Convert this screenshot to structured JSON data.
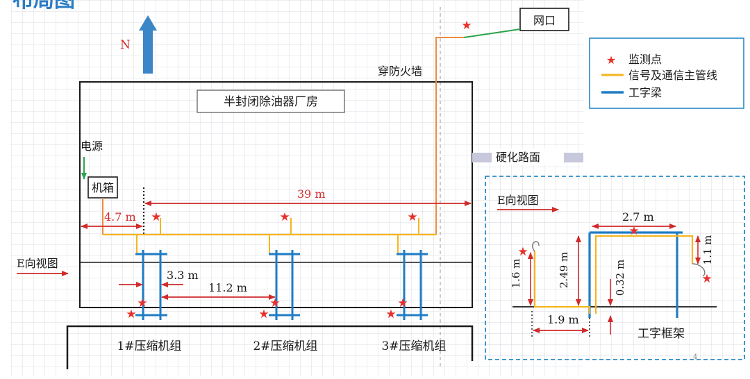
{
  "title_partial": "布局图",
  "north_label": "N",
  "firewall_label": "穿防火墙",
  "network_port_label": "网口",
  "building_label": "半封闭除油器厂房",
  "power_label": "电源",
  "cabinet_label": "机箱",
  "road_label": "硬化路面",
  "dimensions": {
    "d39": "39 m",
    "d4_7": "4.7 m",
    "d3_3": "3.3 m",
    "d11_2": "11.2 m"
  },
  "e_view_label": "E向视图",
  "compressors": [
    "1#压缩机组",
    "2#压缩机组",
    "3#压缩机组"
  ],
  "legend": {
    "monitor": "监测点",
    "signal": "信号及通信主管线",
    "beam": "工字梁"
  },
  "inset": {
    "title": "E向视图",
    "d2_7": "2.7 m",
    "d1_1": "1.1 m",
    "d1_6": "1.6 m",
    "d2_49": "2.49 m",
    "d0_32": "0.32 m",
    "d1_9": "1.9 m",
    "frame_label": "工字框架",
    "page_number": "4"
  },
  "colors": {
    "grid": "#cfd3da",
    "wall": "#1a1a1a",
    "signal_line": "#f5b51e",
    "beam": "#1f7cc4",
    "star": "#e8302a",
    "dimension": "#d02a2a",
    "north_arrow": "#3a86c6",
    "network_line": "#2ea24a",
    "power_arrow": "#2aa64a",
    "orange_line": "#ef8a3c",
    "inset_border": "#2a89c8",
    "road": "#c8c8dc"
  }
}
